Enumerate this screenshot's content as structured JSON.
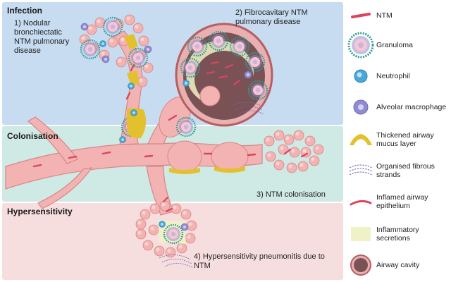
{
  "zones": {
    "infection": "Infection",
    "colonisation": "Colonisation",
    "hypersensitivity": "Hypersensitivity"
  },
  "captions": {
    "nodular": "1) Nodular bronchiectatic NTM pulmonary disease",
    "fibrocavitary": "2) Fibrocavitary NTM pulmonary disease",
    "colonisation": "3) NTM colonisation",
    "hypersensitivity": "4) Hypersensitivity pneumonitis due to NTM"
  },
  "legend": [
    {
      "label": "NTM",
      "icon": "ntm-rod-icon"
    },
    {
      "label": "Granuloma",
      "icon": "granuloma-icon"
    },
    {
      "label": "Neutrophil",
      "icon": "neutrophil-icon"
    },
    {
      "label": "Alveolar macrophage",
      "icon": "macrophage-icon"
    },
    {
      "label": "Thickened airway mucus layer",
      "icon": "mucus-layer-icon"
    },
    {
      "label": "Organised fibrous strands",
      "icon": "fibrous-strands-icon"
    },
    {
      "label": "Inflamed airway epithelium",
      "icon": "inflamed-epithelium-icon"
    },
    {
      "label": "Inflammatory secretions",
      "icon": "secretions-icon"
    },
    {
      "label": "Airway cavity",
      "icon": "airway-cavity-icon"
    }
  ],
  "colors": {
    "infection_band": "#c7dcf1",
    "colonisation_band": "#cfe9e5",
    "hypersensitivity_band": "#f7dede",
    "airway": "#f3b3b3",
    "airway_outline": "#d98585",
    "ntm": "#d9455f",
    "mucus": "#e3c12e",
    "secretions": "#eef2c6",
    "cavity": "#7a5255",
    "neutrophil": "#4aa8d8",
    "macrophage": "#8f8ccf"
  }
}
